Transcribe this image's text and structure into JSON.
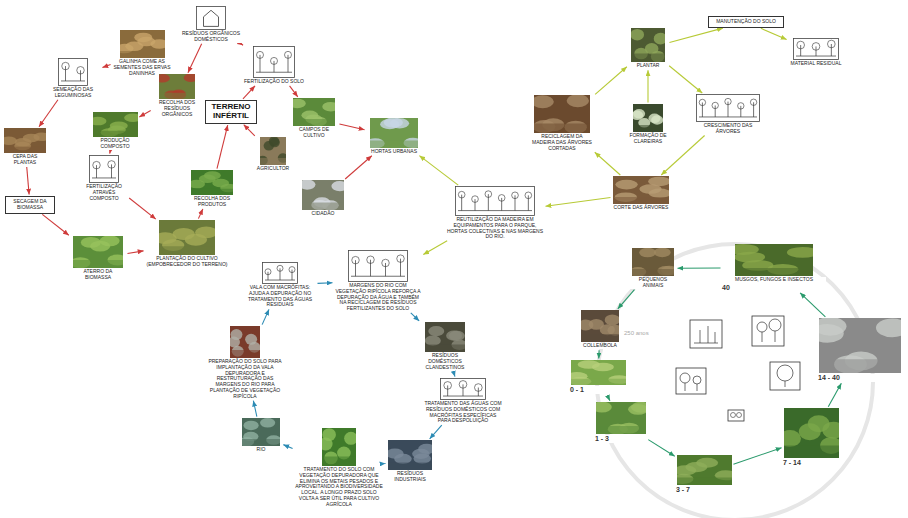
{
  "diagram": {
    "nodes": [
      {
        "text": [
          "RESÍDUOS ORGÂNICOS DOMÉSTICOS"
        ]
      },
      {
        "text": [
          "GALINHA COME AS SEMENTES DAS ERVAS DANINHAS"
        ]
      },
      {
        "text": [
          "SEMEAÇÃO DAS LEGUMINOSAS"
        ]
      },
      {
        "text": [
          "RECOLHA DOS RESÍDUOS ORGÂNICOS"
        ]
      },
      {
        "text": [
          "TERRENO INFÉRTIL"
        ]
      },
      {
        "text": [
          "FERTILIZAÇÃO DO SOLO"
        ]
      },
      {
        "text": [
          "CAMPOS DE CULTIVO"
        ]
      },
      {
        "text": [
          "HORTAS URBANAS"
        ]
      },
      {
        "text": [
          "PRODUÇÃO COMPOSTO"
        ]
      },
      {
        "text": [
          "CEPA DAS PLANTAS"
        ]
      },
      {
        "text": [
          "AGRICULTOR"
        ]
      },
      {
        "text": [
          "CIDADÃO"
        ]
      },
      {
        "text": [
          "FERTILIZAÇÃO ATRAVÉS COMPOSTO"
        ]
      },
      {
        "text": [
          "RECOLHA DOS PRODUTOS"
        ]
      },
      {
        "text": [
          "SECAGEM DA BIOMASSA"
        ]
      },
      {
        "text": [
          "ATERRO DA BIOMASSA"
        ]
      },
      {
        "text": [
          "PLANTAÇÃO DO CULTIVO (EMPOBRECEDOR DO TERRENO)"
        ]
      },
      {
        "text": [
          "MANUTENÇÃO DO SOLO"
        ]
      },
      {
        "text": [
          "MATERIAL RESIDUAL"
        ]
      },
      {
        "text": [
          "PLANTAR"
        ]
      },
      {
        "text": [
          "FORMAÇÃO DE CLAREIRAS"
        ]
      },
      {
        "text": [
          "CRESCIMENTO DAS ÁRVORES"
        ]
      },
      {
        "text": [
          "RECICLAGEM DA MADEIRA DAS ÁRVORES CORTADAS"
        ]
      },
      {
        "text": [
          "CORTE DAS ÁRVORES"
        ]
      },
      {
        "text": [
          "REUTILIZAÇÃO DA MADEIRA EM EQUIPAMENTOS PARA O PARQUE, HORTAS COLECTIVAS E NAS MARGENS DO RIO."
        ]
      },
      {
        "text": [
          "VALA COM MACRÓFITAS: AJUDA A DEPURAÇÃO NO TRATAMENTO DAS ÁGUAS RESIDUAIS"
        ]
      },
      {
        "text": [
          "MARGENS DO RIO COM VEGETAÇÃO RIPÍCOLA REFORÇA A DEPURAÇÃO DA ÁGUA E TAMBÉM NA RECICLAGEM DE RESÍDUOS FERTILIZANTES DO SOLO"
        ]
      },
      {
        "text": [
          "RESÍDUOS DOMÉSTICOS CLANDESTINOS"
        ]
      },
      {
        "text": [
          "PREPARAÇÃO DO SOLO PARA IMPLANTAÇÃO DA VALA DEPURADORA E RESTRUTURAÇÃO DAS MARGENS DO RIO PARA PLANTAÇÃO DE VEGETAÇÃO RIPÍCOLA"
        ]
      },
      {
        "text": [
          "TRATAMENTO DAS ÁGUAS COM RESÍDUOS DOMÉSTICOS COM MACRÓFITAS ESPECÍFICAS PARA DESPOLUIÇÃO"
        ]
      },
      {
        "text": [
          "RIO"
        ]
      },
      {
        "text": [
          "RESÍDUOS INDUSTRIAIS"
        ]
      },
      {
        "text": [
          "TRATAMENTO DO SOLO COM VEGETAÇÃO DEPURADORA QUE ELIMINA OS METAIS PESADOS E APROVEITANDO A BIODIVERSIDADE LOCAL. A LONGO PRAZO SOLO VOLTA A SER ÚTIL PARA CULTIVO AGRÍCOLA"
        ]
      },
      {
        "text": [
          "PEQUENOS ANIMAIS"
        ]
      },
      {
        "text": [
          "MUSGOS, FUNGOS E INSECTOS",
          "40"
        ]
      },
      {
        "text": [
          "COLLEMBOLA"
        ]
      },
      {
        "text": [
          "0 - 1"
        ]
      },
      {
        "text": [
          "1 - 3"
        ]
      },
      {
        "text": [
          "3 - 7"
        ]
      },
      {
        "text": [
          "7 - 14"
        ]
      },
      {
        "text": [
          "14 - 40"
        ]
      }
    ],
    "edges": [
      {
        "from": 1,
        "to": 2,
        "arrow": "to"
      },
      {
        "from": 2,
        "to": 9,
        "arrow": "to"
      },
      {
        "from": 9,
        "to": 14,
        "arrow": "to"
      },
      {
        "from": 14,
        "to": 15,
        "arrow": "to"
      },
      {
        "from": 15,
        "to": 16,
        "arrow": "to"
      },
      {
        "from": 0,
        "to": 3,
        "arrow": "to"
      },
      {
        "from": 3,
        "to": 8,
        "arrow": "to"
      },
      {
        "from": 8,
        "to": 12,
        "arrow": "to"
      },
      {
        "from": 12,
        "to": 16,
        "arrow": "to"
      },
      {
        "from": 16,
        "to": 13,
        "arrow": "to"
      },
      {
        "from": 13,
        "to": 4,
        "arrow": "to"
      },
      {
        "from": 10,
        "to": 4,
        "arrow": "to"
      },
      {
        "from": 4,
        "to": 5,
        "arrow": "to"
      },
      {
        "from": 0,
        "to": 5,
        "arrow": "to"
      },
      {
        "from": 5,
        "to": 6,
        "arrow": "to"
      },
      {
        "from": 6,
        "to": 7,
        "arrow": "to"
      },
      {
        "from": 11,
        "to": 7,
        "arrow": "to"
      },
      {
        "from": 23,
        "to": 22,
        "arrow": "to"
      },
      {
        "from": 22,
        "to": 19,
        "arrow": "to"
      },
      {
        "from": 19,
        "to": 21,
        "arrow": "to"
      },
      {
        "from": 21,
        "to": 23,
        "arrow": "to"
      },
      {
        "from": 20,
        "to": 19,
        "arrow": "to"
      },
      {
        "from": 19,
        "to": 17,
        "arrow": "to"
      },
      {
        "from": 17,
        "to": 18,
        "arrow": "to"
      },
      {
        "from": 23,
        "to": 24,
        "arrow": "to"
      },
      {
        "from": 24,
        "to": 7,
        "arrow": "to"
      },
      {
        "from": 24,
        "to": 26,
        "arrow": "to"
      },
      {
        "from": 25,
        "to": 26,
        "arrow": "to"
      },
      {
        "from": 26,
        "to": 27,
        "arrow": "to"
      },
      {
        "from": 27,
        "to": 29,
        "arrow": "to"
      },
      {
        "from": 29,
        "to": 31,
        "arrow": "to"
      },
      {
        "from": 31,
        "to": 32,
        "arrow": "to"
      },
      {
        "from": 32,
        "to": 30,
        "arrow": "to"
      },
      {
        "from": 30,
        "to": 28,
        "arrow": "to"
      },
      {
        "from": 28,
        "to": 25,
        "arrow": "to"
      },
      {
        "from": 36,
        "to": 37,
        "arrow": "to"
      },
      {
        "from": 37,
        "to": 38,
        "arrow": "to"
      },
      {
        "from": 38,
        "to": 39,
        "arrow": "to"
      },
      {
        "from": 39,
        "to": 40,
        "arrow": "to"
      },
      {
        "from": 40,
        "to": 34,
        "arrow": "to"
      },
      {
        "from": 34,
        "to": 33,
        "arrow": "to"
      },
      {
        "from": 33,
        "to": 35,
        "arrow": "to"
      },
      {
        "from": 35,
        "to": 36,
        "arrow": "to"
      }
    ],
    "labels": [
      "250 anos"
    ]
  }
}
